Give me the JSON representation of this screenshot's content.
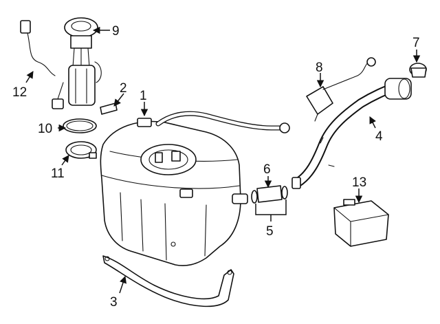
{
  "callouts": [
    {
      "id": "1",
      "text": "1"
    },
    {
      "id": "2",
      "text": "2"
    },
    {
      "id": "3",
      "text": "3"
    },
    {
      "id": "4",
      "text": "4"
    },
    {
      "id": "5",
      "text": "5"
    },
    {
      "id": "6",
      "text": "6"
    },
    {
      "id": "7",
      "text": "7"
    },
    {
      "id": "8",
      "text": "8"
    },
    {
      "id": "9",
      "text": "9"
    },
    {
      "id": "10",
      "text": "10"
    },
    {
      "id": "11",
      "text": "11"
    },
    {
      "id": "12",
      "text": "12"
    },
    {
      "id": "13",
      "text": "13"
    }
  ],
  "colors": {
    "line": "#111111",
    "background": "#ffffff"
  }
}
